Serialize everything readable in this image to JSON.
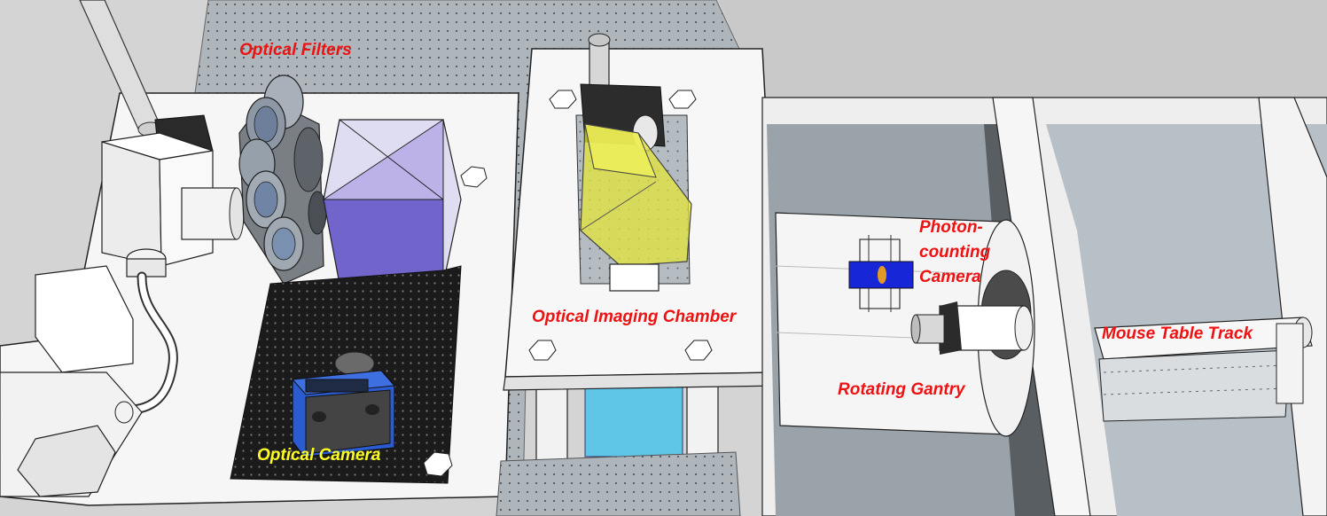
{
  "labels": {
    "optical_filters": "Optical Filters",
    "optical_imaging_chamber": "Optical Imaging Chamber",
    "photon_counting_camera_line1": "Photon-",
    "photon_counting_camera_line2": "counting",
    "photon_counting_camera_line3": "Camera",
    "optical_camera": "Optical Camera",
    "rotating_gantry": "Rotating Gantry",
    "mouse_table_track": "Mouse Table Track"
  },
  "colors": {
    "label_red": "#ee1111",
    "label_yellow": "#ffff22",
    "table_white": "#f6f6f6",
    "breadboard_gray": "#a7b0b7",
    "breadboard_black": "#1b1b1b",
    "prism_purple": "#8c7ad6",
    "chamber_yellow": "#e4e43a",
    "camera_blue": "#2a5bd1",
    "photon_camera_blue": "#1727d8",
    "light_cyan": "#5fc6e8"
  }
}
